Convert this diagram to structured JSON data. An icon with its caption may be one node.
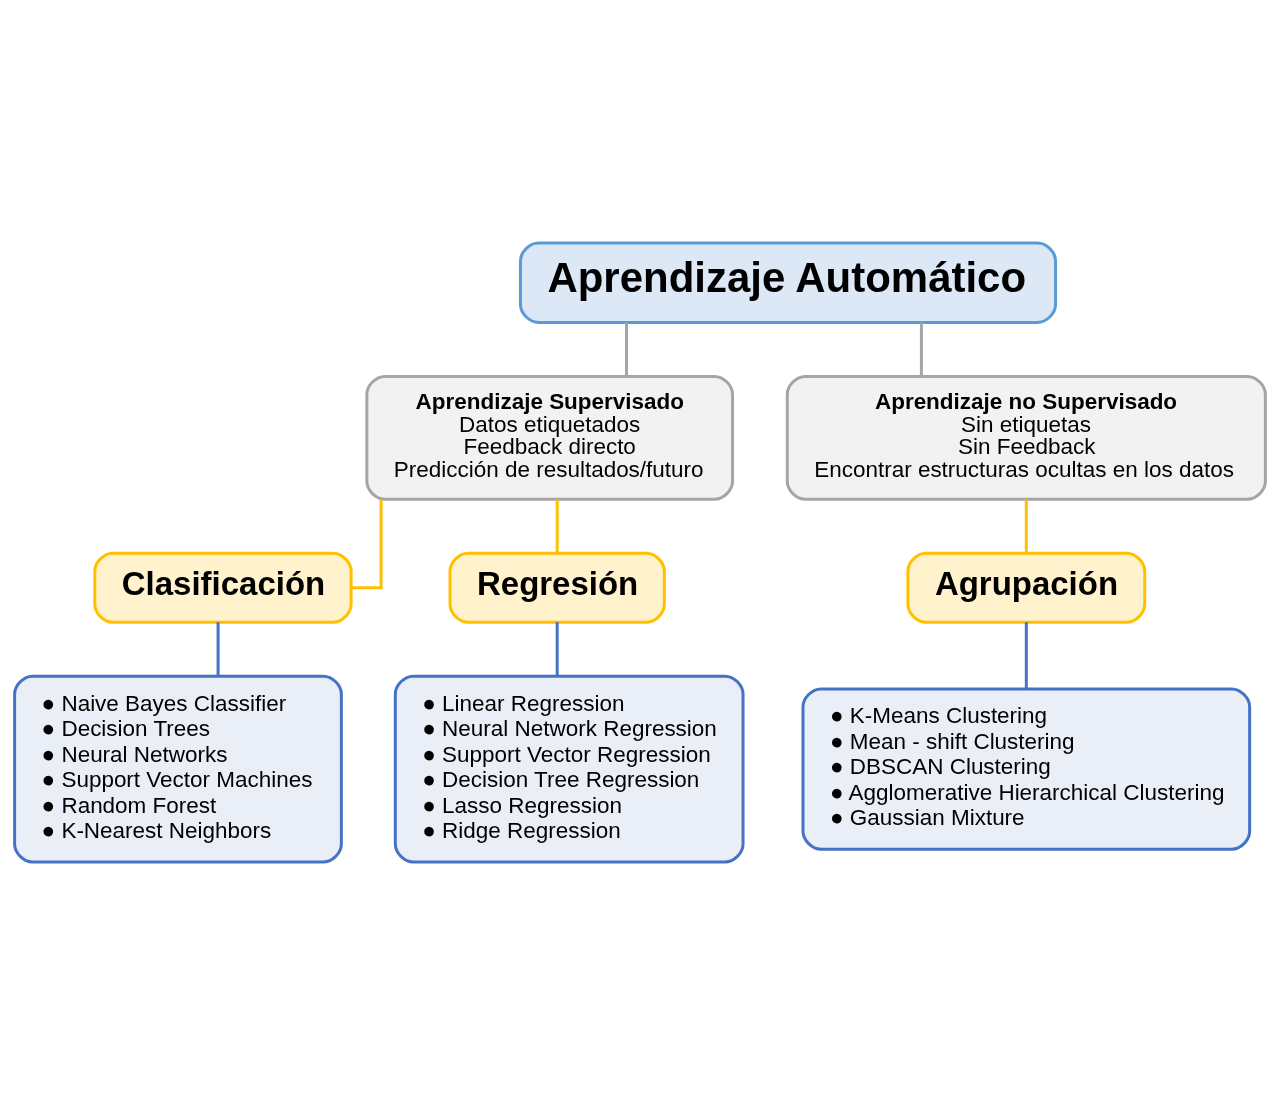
{
  "diagram": {
    "nodes": [
      {
        "text": [
          "Aprendizaje Automático"
        ]
      },
      {
        "text": [
          "Aprendizaje Supervisado",
          "Datos etiquetados",
          "Feedback directo",
          "Predicción de resultados/futuro"
        ]
      },
      {
        "text": [
          "Aprendizaje no Supervisado",
          "Sin etiquetas",
          "Sin Feedback",
          "Encontrar estructuras ocultas en los datos"
        ]
      },
      {
        "text": [
          "Clasificación"
        ]
      },
      {
        "text": [
          "Regresión"
        ]
      },
      {
        "text": [
          "Agrupación"
        ]
      },
      {
        "text": [
          "● Naive Bayes Classifier",
          "● Decision Trees",
          "● Neural Networks",
          "● Support Vector Machines",
          "● Random Forest",
          "● K-Nearest Neighbors"
        ]
      },
      {
        "text": [
          "● Linear Regression",
          "● Neural Network Regression",
          "● Support Vector Regression",
          "● Decision Tree Regression",
          "● Lasso Regression",
          "● Ridge Regression"
        ]
      },
      {
        "text": [
          "● K-Means Clustering",
          "● Mean - shift Clustering",
          "● DBSCAN Clustering",
          "● Agglomerative Hierarchical Clustering",
          "● Gaussian Mixture"
        ]
      }
    ],
    "edges": [
      {
        "from": 0,
        "to": 1,
        "arrow": "none",
        "color": "#a5a5a5"
      },
      {
        "from": 0,
        "to": 2,
        "arrow": "none",
        "color": "#a5a5a5"
      },
      {
        "from": 1,
        "to": 3,
        "arrow": "none",
        "color": "#ffc000"
      },
      {
        "from": 1,
        "to": 4,
        "arrow": "none",
        "color": "#ffc000"
      },
      {
        "from": 2,
        "to": 5,
        "arrow": "none",
        "color": "#ffc000"
      },
      {
        "from": 3,
        "to": 6,
        "arrow": "none",
        "color": "#4472c4"
      },
      {
        "from": 4,
        "to": 7,
        "arrow": "none",
        "color": "#4472c4"
      },
      {
        "from": 5,
        "to": 8,
        "arrow": "none",
        "color": "#4472c4"
      }
    ]
  }
}
